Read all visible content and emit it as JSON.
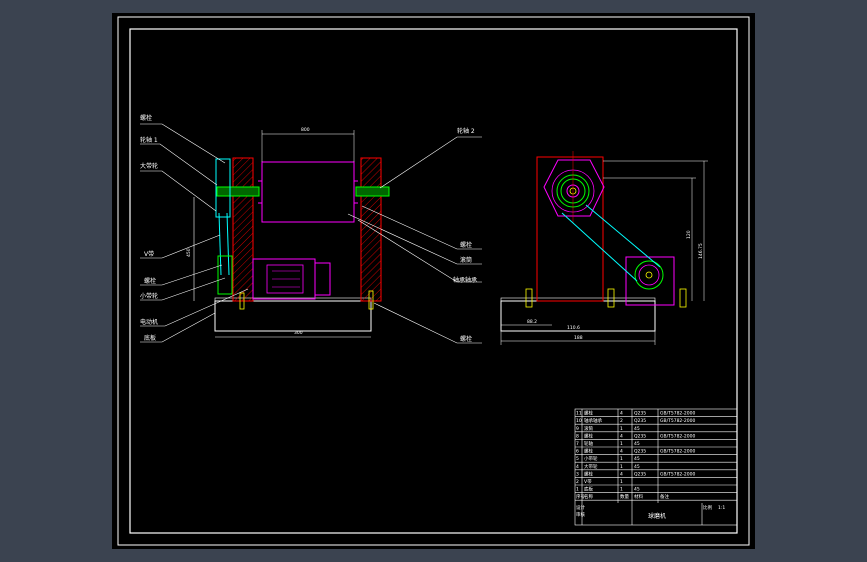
{
  "front_view": {
    "left_labels": [
      "螺栓",
      "轮轴 1",
      "大带轮",
      "V带",
      "螺栓",
      "小带轮",
      "电动机",
      "底板"
    ],
    "right_labels": [
      "轮轴 2",
      "螺栓",
      "滚筒",
      "轴承轴承",
      "螺栓"
    ],
    "dims": {
      "top": "800",
      "left": "450",
      "bottom": "300"
    }
  },
  "side_view": {
    "dims": {
      "b1": "88.2",
      "b2": "110.6",
      "b3": "188",
      "r1": "120",
      "r2": "146.75"
    }
  },
  "title_block": {
    "rows": [
      {
        "no": "11",
        "name": "螺栓",
        "qty": "4",
        "mat": "Q235",
        "std": "GB/T5782-2000"
      },
      {
        "no": "10",
        "name": "轴承轴承",
        "qty": "2",
        "mat": "Q235",
        "std": "GB/T5782-2000"
      },
      {
        "no": "9",
        "name": "滚筒",
        "qty": "1",
        "mat": "45",
        "std": ""
      },
      {
        "no": "8",
        "name": "螺栓",
        "qty": "4",
        "mat": "Q235",
        "std": "GB/T5782-2000"
      },
      {
        "no": "7",
        "name": "轮轴",
        "qty": "1",
        "mat": "45",
        "std": ""
      },
      {
        "no": "6",
        "name": "螺栓",
        "qty": "4",
        "mat": "Q235",
        "std": "GB/T5782-2000"
      },
      {
        "no": "5",
        "name": "小带轮",
        "qty": "1",
        "mat": "45",
        "std": ""
      },
      {
        "no": "4",
        "name": "大带轮",
        "qty": "1",
        "mat": "45",
        "std": ""
      },
      {
        "no": "3",
        "name": "螺栓",
        "qty": "4",
        "mat": "Q235",
        "std": "GB/T5782-2000"
      },
      {
        "no": "2",
        "name": "V带",
        "qty": "1",
        "mat": "",
        "std": ""
      },
      {
        "no": "1",
        "name": "底板",
        "qty": "1",
        "mat": "45",
        "std": ""
      }
    ],
    "header": {
      "no": "序号",
      "name": "名称",
      "qty": "数量",
      "mat": "材料",
      "std": "备注"
    },
    "drawn": "设计",
    "checked": "审核",
    "title": "球磨机",
    "scale_label": "比例",
    "scale": "1:1"
  },
  "colors": {
    "bg": "#000000",
    "frame": "#ffffff",
    "red": "#ff0000",
    "green": "#00ff00",
    "magenta": "#ff00ff",
    "cyan": "#00ffff",
    "yellow": "#ffff00"
  }
}
